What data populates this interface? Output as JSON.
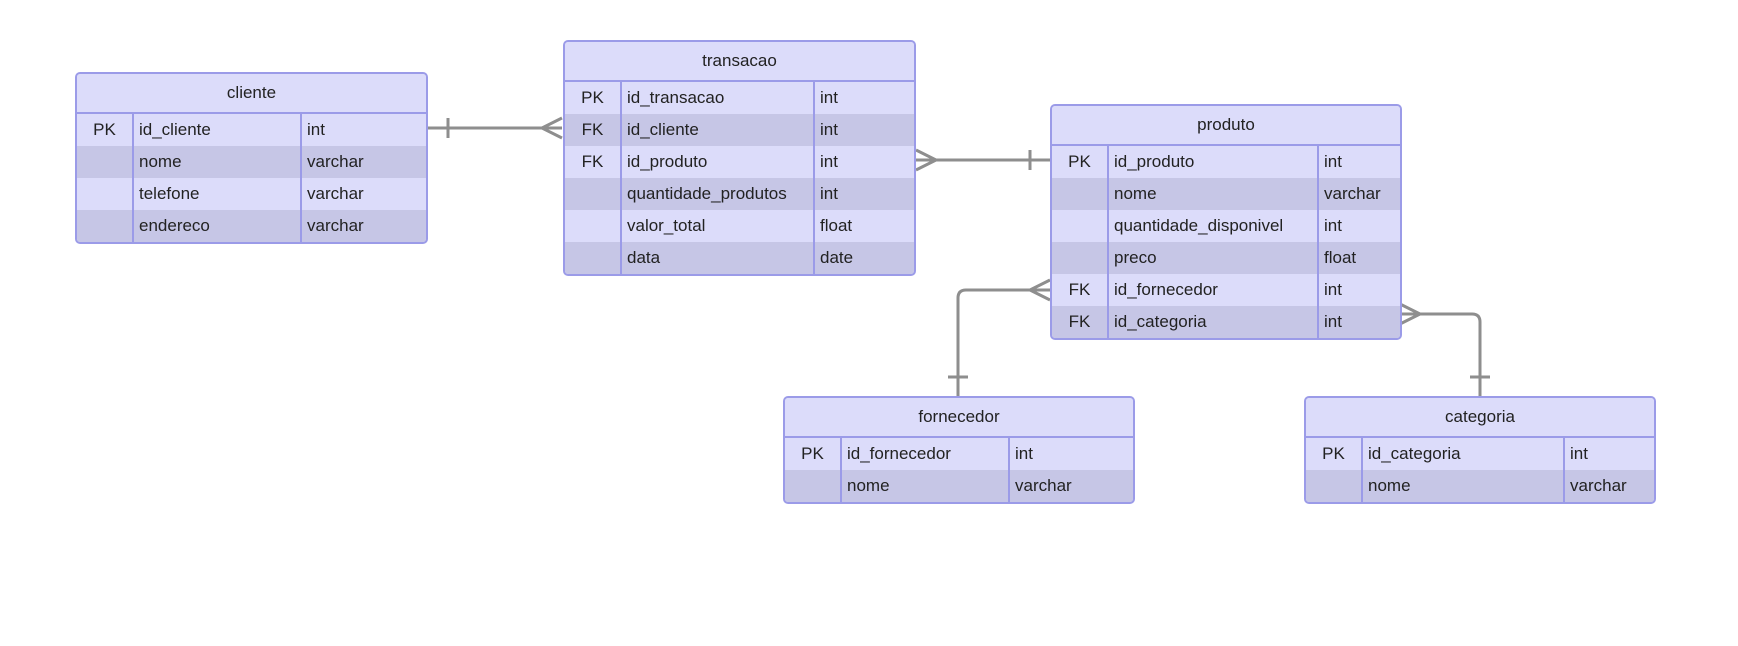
{
  "diagram": {
    "line_color": "#8e8e8e",
    "border_color": "#9b9be8",
    "header_fill": "#dcdcfa",
    "alt_row_fill": "#c6c6e6",
    "entities": {
      "cliente": {
        "title": "cliente",
        "rows": [
          {
            "key": "PK",
            "name": "id_cliente",
            "type": "int"
          },
          {
            "key": "",
            "name": "nome",
            "type": "varchar"
          },
          {
            "key": "",
            "name": "telefone",
            "type": "varchar"
          },
          {
            "key": "",
            "name": "endereco",
            "type": "varchar"
          }
        ]
      },
      "transacao": {
        "title": "transacao",
        "rows": [
          {
            "key": "PK",
            "name": "id_transacao",
            "type": "int"
          },
          {
            "key": "FK",
            "name": "id_cliente",
            "type": "int"
          },
          {
            "key": "FK",
            "name": "id_produto",
            "type": "int"
          },
          {
            "key": "",
            "name": "quantidade_produtos",
            "type": "int"
          },
          {
            "key": "",
            "name": "valor_total",
            "type": "float"
          },
          {
            "key": "",
            "name": "data",
            "type": "date"
          }
        ]
      },
      "produto": {
        "title": "produto",
        "rows": [
          {
            "key": "PK",
            "name": "id_produto",
            "type": "int"
          },
          {
            "key": "",
            "name": "nome",
            "type": "varchar"
          },
          {
            "key": "",
            "name": "quantidade_disponivel",
            "type": "int"
          },
          {
            "key": "",
            "name": "preco",
            "type": "float"
          },
          {
            "key": "FK",
            "name": "id_fornecedor",
            "type": "int"
          },
          {
            "key": "FK",
            "name": "id_categoria",
            "type": "int"
          }
        ]
      },
      "fornecedor": {
        "title": "fornecedor",
        "rows": [
          {
            "key": "PK",
            "name": "id_fornecedor",
            "type": "int"
          },
          {
            "key": "",
            "name": "nome",
            "type": "varchar"
          }
        ]
      },
      "categoria": {
        "title": "categoria",
        "rows": [
          {
            "key": "PK",
            "name": "id_categoria",
            "type": "int"
          },
          {
            "key": "",
            "name": "nome",
            "type": "varchar"
          }
        ]
      }
    },
    "relationships": [
      {
        "from": "cliente",
        "to": "transacao",
        "from_end": "one",
        "to_end": "many"
      },
      {
        "from": "transacao",
        "to": "produto",
        "from_end": "many",
        "to_end": "one"
      },
      {
        "from": "produto",
        "to": "fornecedor",
        "from_end": "many",
        "to_end": "one"
      },
      {
        "from": "produto",
        "to": "categoria",
        "from_end": "many",
        "to_end": "one"
      }
    ]
  }
}
